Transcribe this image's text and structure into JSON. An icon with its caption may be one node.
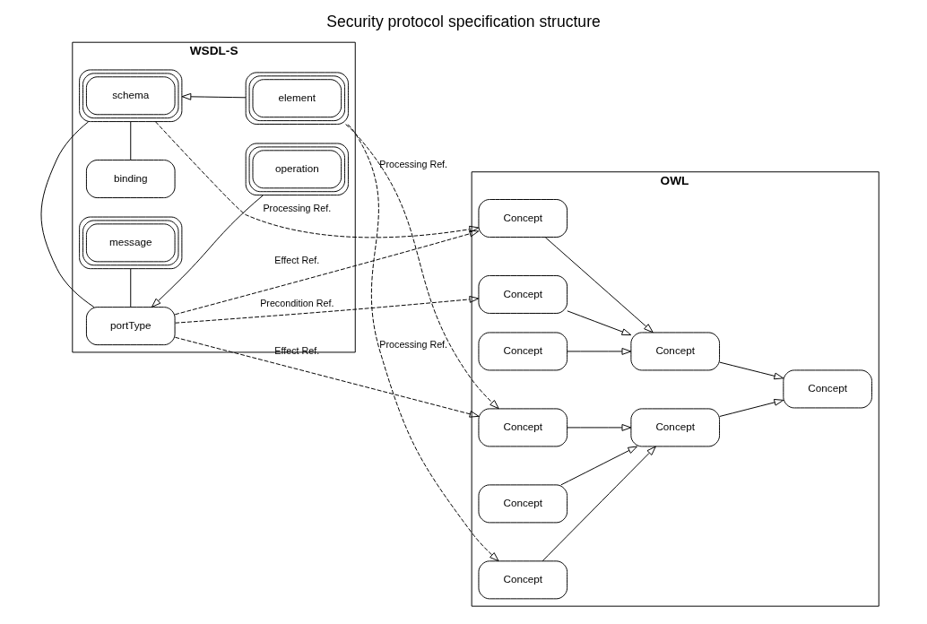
{
  "diagram": {
    "title": "Security protocol specification structure",
    "nodes": [
      {
        "text": [
          "WSDL-S"
        ]
      },
      {
        "text": [
          "message"
        ],
        "in": 0
      },
      {
        "text": [
          "portType"
        ],
        "in": 0
      },
      {
        "text": [
          "operation"
        ],
        "in": 0
      },
      {
        "text": [
          "schema"
        ],
        "in": 0
      },
      {
        "text": [
          "element"
        ],
        "in": 0
      },
      {
        "text": [
          "binding"
        ],
        "in": 0
      },
      {
        "text": [
          "OWL"
        ]
      },
      {
        "text": [
          "Concept"
        ],
        "in": 7
      },
      {
        "text": [
          "Concept"
        ],
        "in": 7
      },
      {
        "text": [
          "Concept"
        ],
        "in": 7
      },
      {
        "text": [
          "Concept"
        ],
        "in": 7
      },
      {
        "text": [
          "Concept"
        ],
        "in": 7
      },
      {
        "text": [
          "Concept"
        ],
        "in": 7
      },
      {
        "text": [
          "Concept"
        ],
        "in": 7
      },
      {
        "text": [
          "Concept"
        ],
        "in": 7
      },
      {
        "text": [
          "Concept"
        ],
        "in": 7
      }
    ],
    "edges": [
      {
        "from": 1,
        "to": 2,
        "arrow": "none"
      },
      {
        "from": 2,
        "to": 4,
        "arrow": "none"
      },
      {
        "from": 4,
        "to": 6,
        "arrow": "none"
      },
      {
        "from": 3,
        "to": 2,
        "arrow": "to"
      },
      {
        "from": 5,
        "to": 4,
        "arrow": "to"
      },
      {
        "from": 2,
        "to": 8,
        "arrow": "to",
        "label": "Precondition Ref.",
        "style": "dashed"
      },
      {
        "from": 2,
        "to": 9,
        "arrow": "to",
        "label": "Effect Ref.",
        "style": "dashed"
      },
      {
        "from": 2,
        "to": 11,
        "arrow": "to",
        "label": "Effect Ref.",
        "style": "dashed"
      },
      {
        "from": 4,
        "to": 9,
        "arrow": "to",
        "label": "Processing Ref.",
        "style": "dashed"
      },
      {
        "from": 5,
        "to": 11,
        "arrow": "to",
        "label": "Processing Ref.",
        "style": "dashed"
      },
      {
        "from": 5,
        "to": 13,
        "arrow": "to",
        "label": "Processing Ref.",
        "style": "dashed"
      },
      {
        "from": 8,
        "to": 14,
        "arrow": "to"
      },
      {
        "from": 9,
        "to": 14,
        "arrow": "to"
      },
      {
        "from": 10,
        "to": 14,
        "arrow": "to"
      },
      {
        "from": 11,
        "to": 15,
        "arrow": "to"
      },
      {
        "from": 12,
        "to": 15,
        "arrow": "to"
      },
      {
        "from": 13,
        "to": 15,
        "arrow": "to"
      },
      {
        "from": 14,
        "to": 16,
        "arrow": "to"
      },
      {
        "from": 15,
        "to": 16,
        "arrow": "to"
      }
    ]
  }
}
